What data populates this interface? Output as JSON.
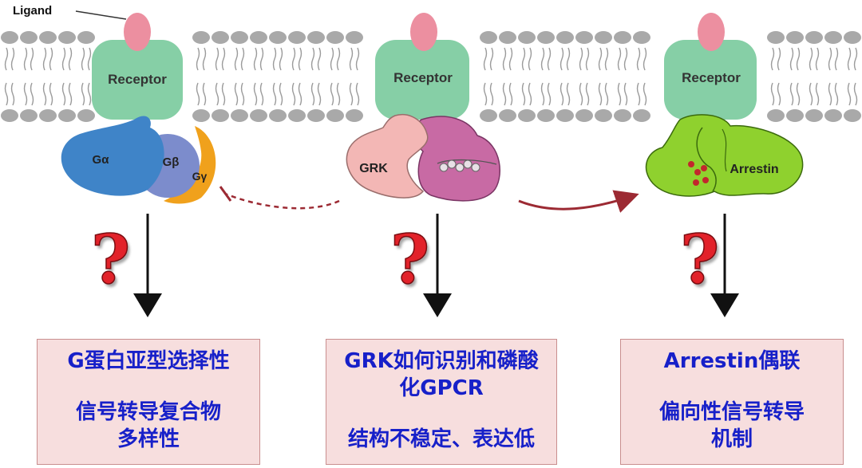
{
  "diagram": {
    "ligand_label": "Ligand",
    "receptor_label": "Receptor",
    "g_alpha": "Gα",
    "g_beta": "Gβ",
    "g_gamma": "Gγ",
    "grk_label": "GRK",
    "arrestin_label": "Arrestin",
    "question_mark": "?"
  },
  "boxes": [
    {
      "lines": [
        "G蛋白亚型选择性",
        "信号转导复合物",
        "多样性"
      ]
    },
    {
      "lines": [
        "GRK如何识别和磷酸",
        "化GPCR",
        "结构不稳定、表达低"
      ]
    },
    {
      "lines": [
        "Arrestin偶联",
        "偏向性信号转导",
        "机制"
      ]
    }
  ],
  "colors": {
    "receptor": "#86cfa6",
    "ligand": "#ec8fa0",
    "g_alpha": "#3f84c8",
    "g_beta": "#7c8ccc",
    "g_gamma": "#f0a11c",
    "grk": "#f3b7b5",
    "grk_partner": "#c86aa4",
    "arrestin": "#8fd12e",
    "box_text": "#1720c9",
    "box_fill": "#f7dede",
    "question": "#e2222a",
    "connector": "#9c2a33"
  }
}
